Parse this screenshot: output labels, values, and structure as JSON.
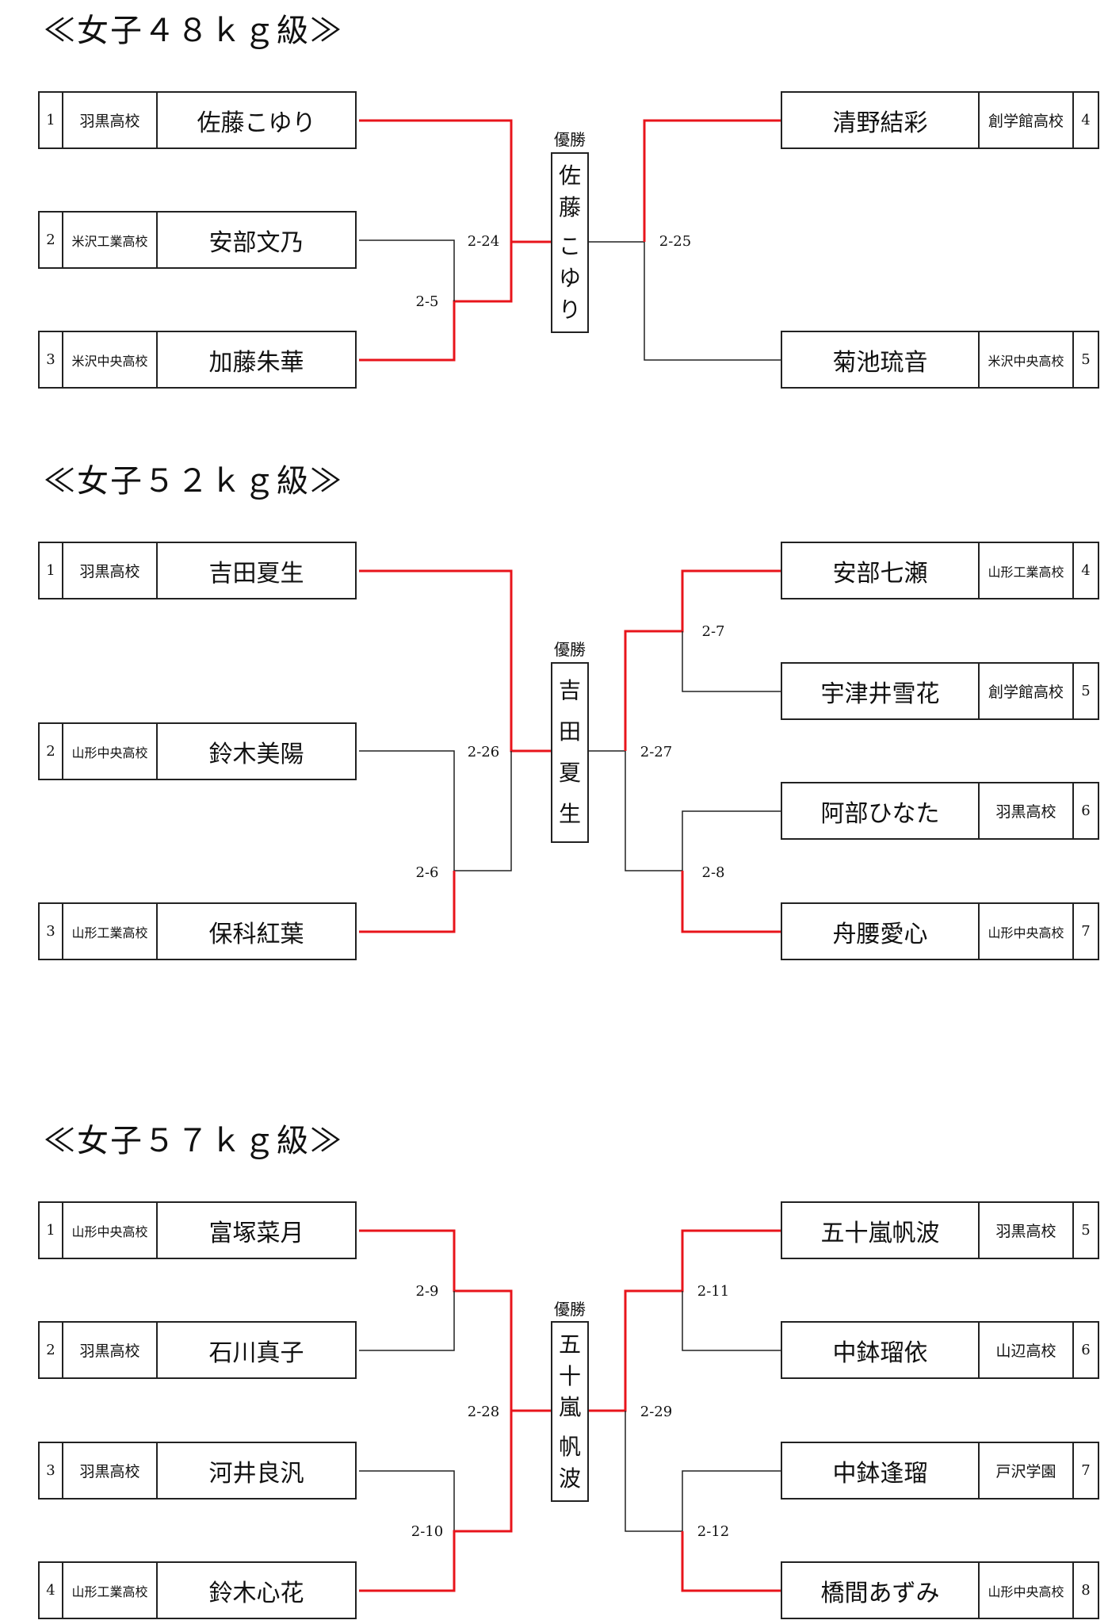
{
  "colors": {
    "winner_line": "#e8141b",
    "line": "#222222"
  },
  "brackets": [
    {
      "title": "≪女子４８ｋｇ級≫",
      "champion_label": "優勝",
      "champion": [
        "佐",
        "藤",
        "",
        "こ",
        "ゆ",
        "り"
      ],
      "left": [
        {
          "seed": "1",
          "school": "羽黒高校",
          "name": [
            "佐",
            "藤",
            "",
            "こ",
            "ゆ",
            "り"
          ]
        },
        {
          "seed": "2",
          "school": "米沢工業高校",
          "name": [
            "安",
            "部",
            "文",
            "乃"
          ]
        },
        {
          "seed": "3",
          "school": "米沢中央高校",
          "name": [
            "加",
            "藤",
            "朱",
            "華"
          ]
        }
      ],
      "right": [
        {
          "seed": "4",
          "school": "創学館高校",
          "name": [
            "清",
            "野",
            "結",
            "彩"
          ]
        },
        {
          "seed": "5",
          "school": "米沢中央高校",
          "name": [
            "菊",
            "池",
            "琉",
            "音"
          ]
        }
      ],
      "matches": [
        "2-24",
        "2-5",
        "2-25"
      ]
    },
    {
      "title": "≪女子５２ｋｇ級≫",
      "champion_label": "優勝",
      "champion": [
        "吉",
        "田",
        "夏",
        "生"
      ],
      "left": [
        {
          "seed": "1",
          "school": "羽黒高校",
          "name": [
            "吉",
            "田",
            "夏",
            "生"
          ]
        },
        {
          "seed": "2",
          "school": "山形中央高校",
          "name": [
            "鈴",
            "木",
            "美",
            "陽"
          ]
        },
        {
          "seed": "3",
          "school": "山形工業高校",
          "name": [
            "保",
            "科",
            "紅",
            "葉"
          ]
        }
      ],
      "right": [
        {
          "seed": "4",
          "school": "山形工業高校",
          "name": [
            "安",
            "部",
            "七",
            "瀬"
          ]
        },
        {
          "seed": "5",
          "school": "創学館高校",
          "name": [
            "宇",
            "津",
            "井",
            "雪",
            "花"
          ]
        },
        {
          "seed": "6",
          "school": "羽黒高校",
          "name": [
            "阿",
            "部",
            "ひ",
            "な",
            "た"
          ]
        },
        {
          "seed": "7",
          "school": "山形中央高校",
          "name": [
            "舟",
            "腰",
            "愛",
            "心"
          ]
        }
      ],
      "matches": [
        "2-26",
        "2-6",
        "2-27",
        "2-7",
        "2-8"
      ]
    },
    {
      "title": "≪女子５７ｋｇ級≫",
      "champion_label": "優勝",
      "champion": [
        "五",
        "十",
        "嵐",
        "",
        "帆",
        "波"
      ],
      "left": [
        {
          "seed": "1",
          "school": "山形中央高校",
          "name": [
            "富",
            "塚",
            "菜",
            "月"
          ]
        },
        {
          "seed": "2",
          "school": "羽黒高校",
          "name": [
            "石",
            "川",
            "真",
            "子"
          ]
        },
        {
          "seed": "3",
          "school": "羽黒高校",
          "name": [
            "河",
            "井",
            "良",
            "汎"
          ]
        },
        {
          "seed": "4",
          "school": "山形工業高校",
          "name": [
            "鈴",
            "木",
            "心",
            "花"
          ]
        }
      ],
      "right": [
        {
          "seed": "5",
          "school": "羽黒高校",
          "name": [
            "五",
            "十",
            "嵐",
            "",
            "帆",
            "波"
          ]
        },
        {
          "seed": "6",
          "school": "山辺高校",
          "name": [
            "中",
            "鉢",
            "瑠",
            "依"
          ]
        },
        {
          "seed": "7",
          "school": "戸沢学園",
          "name": [
            "中",
            "鉢",
            "逢",
            "瑠"
          ]
        },
        {
          "seed": "8",
          "school": "山形中央高校",
          "name": [
            "橋",
            "間",
            "あ",
            "ず",
            "み"
          ]
        }
      ],
      "matches": [
        "2-28",
        "2-9",
        "2-10",
        "2-29",
        "2-11",
        "2-12"
      ]
    }
  ]
}
